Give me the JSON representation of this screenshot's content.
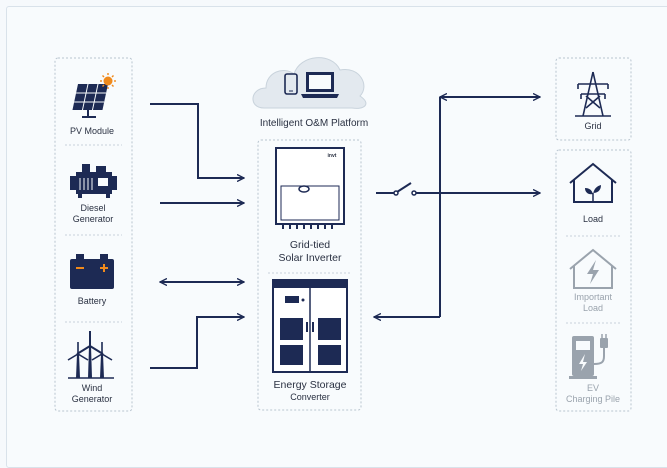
{
  "sources": {
    "pv": "PV Module",
    "diesel_line1": "Diesel",
    "diesel_line2": "Generator",
    "battery": "Battery",
    "wind_line1": "Wind",
    "wind_line2": "Generator"
  },
  "cloud": {
    "label": "Intelligent O&M Platform"
  },
  "inverter": {
    "line1": "Grid-tied",
    "line2": "Solar Inverter",
    "brand": "invt"
  },
  "converter": {
    "line1": "Energy Storage",
    "line2": "Converter"
  },
  "loads": {
    "grid": "Grid",
    "load": "Load",
    "important_line1": "Important",
    "important_line2": "Load",
    "ev_line1": "EV",
    "ev_line2": "Charging Pile"
  },
  "colors": {
    "dark": "#1d2a54",
    "muted": "#9aa3ad",
    "accent": "#f08a1c"
  }
}
